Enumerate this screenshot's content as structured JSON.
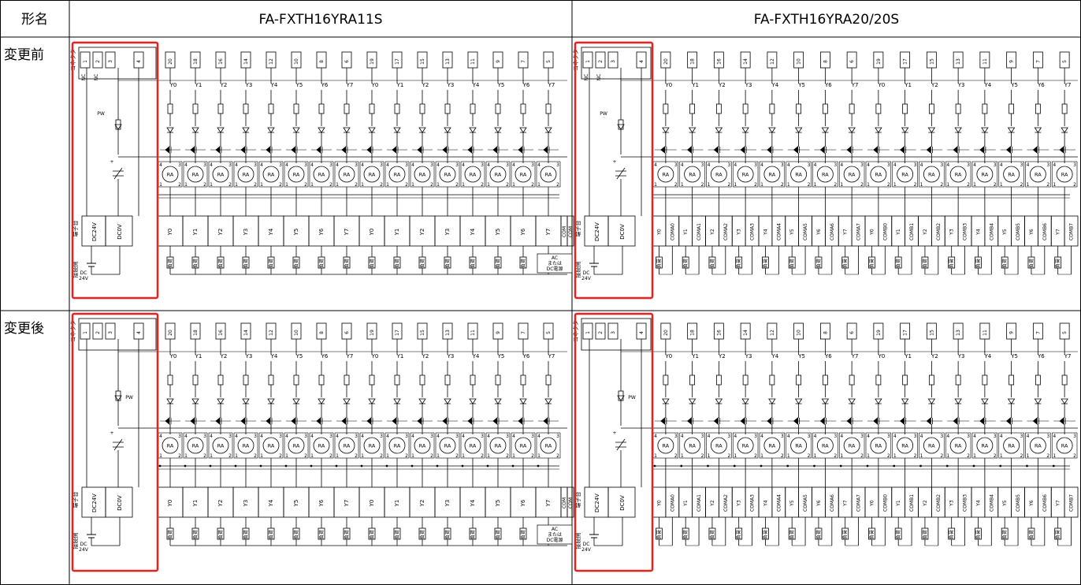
{
  "table": {
    "col_header_label": "形名",
    "models": [
      "FA-FXTH16YRA11S",
      "FA-FXTH16YRA20/20S"
    ],
    "rows": [
      "変更前",
      "変更後"
    ]
  },
  "colors": {
    "highlight": "#e8231f",
    "line": "#000000",
    "gridline": "#000000"
  },
  "common": {
    "connector_label": "コネクタ",
    "pin_numbers": [
      "1",
      "2",
      "3",
      "4"
    ],
    "pin_top_numbers": [
      "20",
      "18",
      "16",
      "14",
      "12",
      "10",
      "8",
      "6",
      "19",
      "17",
      "15",
      "13",
      "11",
      "9",
      "7",
      "5"
    ],
    "outputs": [
      "Y0",
      "Y1",
      "Y2",
      "Y3",
      "Y4",
      "Y5",
      "Y6",
      "Y7",
      "Y0",
      "Y1",
      "Y2",
      "Y3",
      "Y4",
      "Y5",
      "Y6",
      "Y7"
    ],
    "nc_label": "NC",
    "pw_label": "PW",
    "relay_label": "RA",
    "relay_pin_a": "4",
    "relay_pin_b": "3",
    "relay_pin_c": "1",
    "relay_pin_d": "2",
    "terminal_block_label": "端子台",
    "dc24v_label": "DC24V",
    "dc0v_label": "DC0V",
    "com_label": "COM",
    "connection_side_label": "接続側",
    "dc_source_label": "DC\n24V",
    "load_label": "負荷",
    "ac_dc_note": [
      "AC",
      "または",
      "DC電源"
    ],
    "plus": "+"
  },
  "model_b_terminals": [
    "Y0",
    "COMA0",
    "Y1",
    "COMA1",
    "Y2",
    "COMA2",
    "Y3",
    "COMA3",
    "Y4",
    "COMA4",
    "Y5",
    "COMA5",
    "Y6",
    "COMA6",
    "Y7",
    "COMA7",
    "Y0",
    "COMB0",
    "Y1",
    "COMB1",
    "Y2",
    "COMB2",
    "Y3",
    "COMB3",
    "Y4",
    "COMB4",
    "Y5",
    "COMB5",
    "Y6",
    "COMB6",
    "Y7",
    "COMB7"
  ]
}
